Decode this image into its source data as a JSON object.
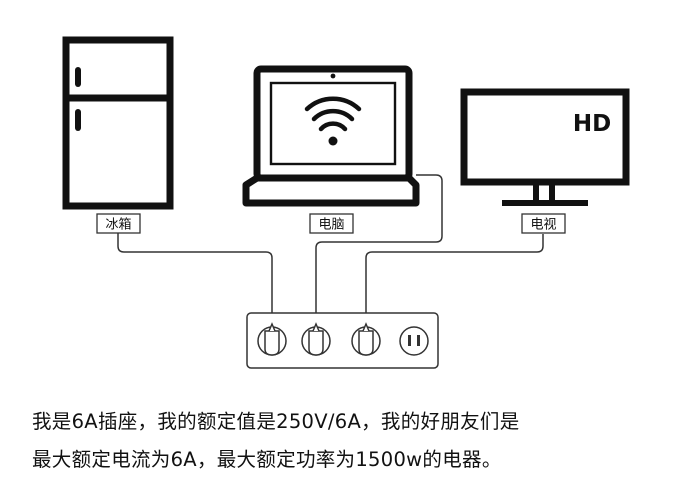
{
  "devices": {
    "fridge": {
      "label": "冰箱"
    },
    "laptop": {
      "label": "电脑"
    },
    "tv": {
      "label": "电视",
      "badge": "HD"
    }
  },
  "caption": {
    "line1": "我是6A插座，我的额定值是250V/6A，我的好朋友们是",
    "line2": "最大额定电流为6A，最大额定功率为1500w的电器。"
  },
  "icons": [
    "fridge-icon",
    "laptop-icon",
    "wifi-icon",
    "tv-icon",
    "plug-icon",
    "power-strip-icon",
    "socket-icon"
  ]
}
